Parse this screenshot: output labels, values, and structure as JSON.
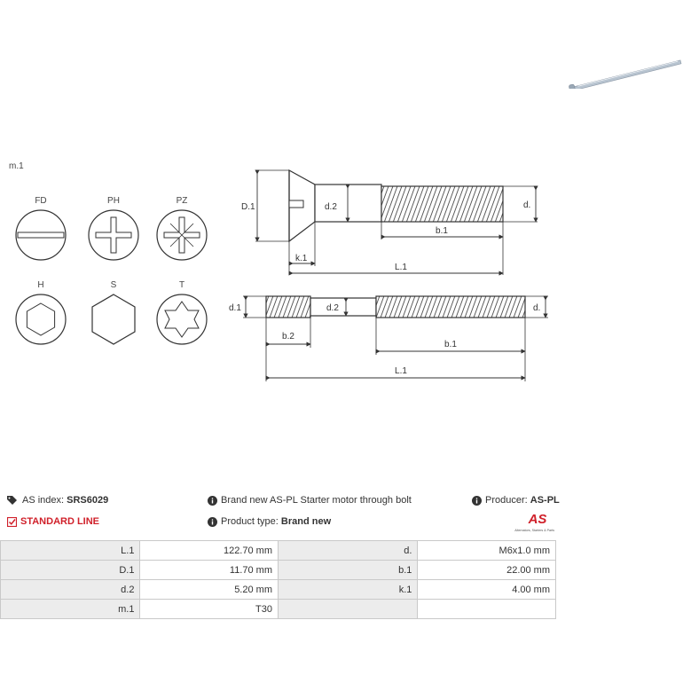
{
  "diagram": {
    "head_types_label": "m.1",
    "head_types": [
      {
        "code": "FD",
        "icon": "slot-head-icon"
      },
      {
        "code": "PH",
        "icon": "phillips-head-icon"
      },
      {
        "code": "PZ",
        "icon": "pozidriv-head-icon"
      },
      {
        "code": "H",
        "icon": "hex-socket-head-icon"
      },
      {
        "code": "S",
        "icon": "hex-head-icon"
      },
      {
        "code": "T",
        "icon": "torx-head-icon"
      }
    ],
    "top_bolt": {
      "D1": "D.1",
      "d2": "d.2",
      "d": "d.",
      "b1": "b.1",
      "k1": "k.1",
      "L1": "L.1"
    },
    "bottom_bolt": {
      "d1": "d.1",
      "d2": "d.2",
      "d": "d.",
      "b2": "b.2",
      "b1": "b.1",
      "L1": "L.1"
    }
  },
  "info": {
    "as_index_label": "AS index:",
    "as_index_value": "SRS6029",
    "line": "STANDARD LINE",
    "description": "Brand new AS-PL Starter motor through bolt",
    "product_type_label": "Product type:",
    "product_type_value": "Brand new",
    "producer_label": "Producer:",
    "producer_value": "AS-PL",
    "logo_text": "AS",
    "logo_tagline": "Alternators, Starters & Parts"
  },
  "specs": [
    {
      "l1": "L.1",
      "v1": "122.70 mm",
      "l2": "d.",
      "v2": "M6x1.0 mm"
    },
    {
      "l1": "D.1",
      "v1": "11.70 mm",
      "l2": "b.1",
      "v2": "22.00 mm"
    },
    {
      "l1": "d.2",
      "v1": "5.20 mm",
      "l2": "k.1",
      "v2": "4.00 mm"
    },
    {
      "l1": "m.1",
      "v1": "T30",
      "l2": "",
      "v2": ""
    }
  ],
  "colors": {
    "accent_red": "#d0202a",
    "line": "#333333",
    "header_bg": "#ececec"
  }
}
